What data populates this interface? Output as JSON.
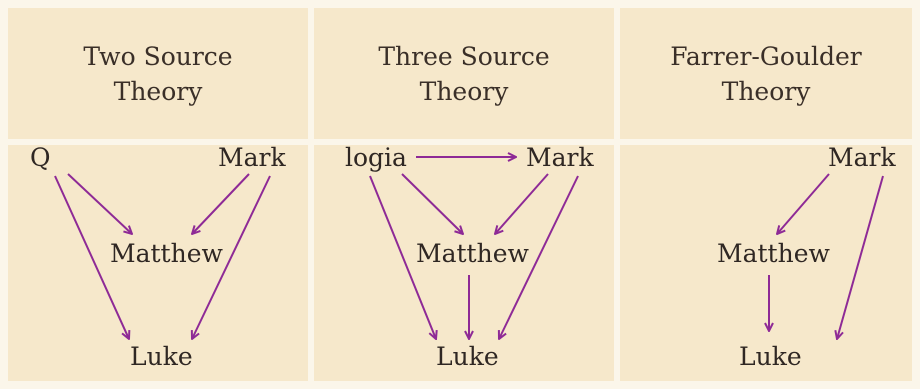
{
  "columns": [
    {
      "title": "Two Source\nTheory",
      "nodes": {
        "q": "Q",
        "mark": "Mark",
        "matthew": "Matthew",
        "luke": "Luke"
      }
    },
    {
      "title": "Three Source\nTheory",
      "nodes": {
        "logia": "logia",
        "mark": "Mark",
        "matthew": "Matthew",
        "luke": "Luke"
      }
    },
    {
      "title": "Farrer-Goulder\nTheory",
      "nodes": {
        "mark": "Mark",
        "matthew": "Matthew",
        "luke": "Luke"
      }
    }
  ],
  "colors": {
    "cell_fill": "#f6e8cb",
    "background": "#fbf6ea",
    "arrow": "#8e2a96",
    "text": "#2f2723"
  }
}
